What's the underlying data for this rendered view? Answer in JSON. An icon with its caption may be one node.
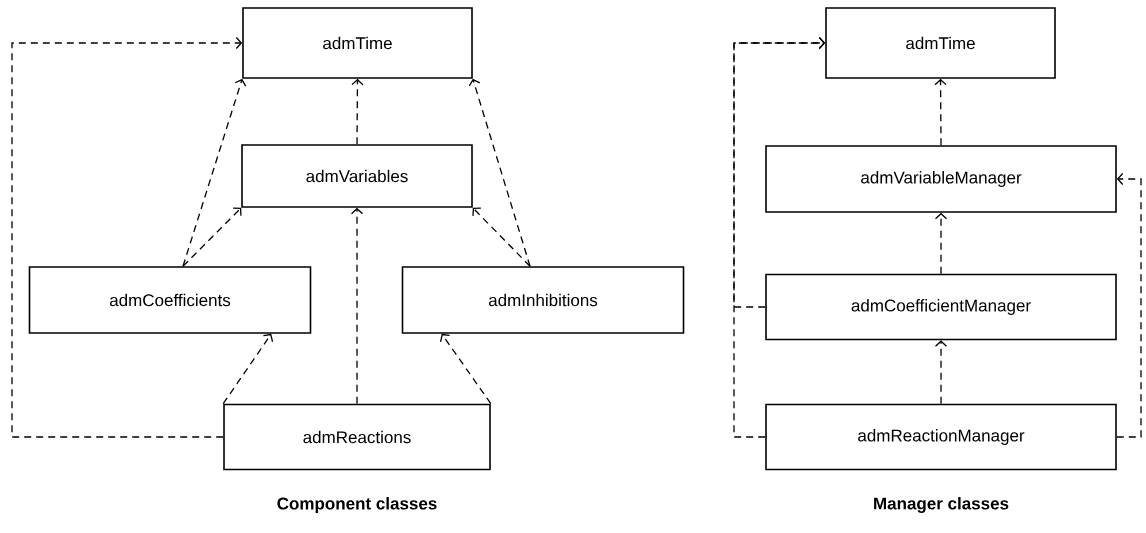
{
  "diagram": {
    "nodes": [
      {
        "text": [
          "admTime"
        ]
      },
      {
        "text": [
          "admVariables"
        ]
      },
      {
        "text": [
          "admCoefficients"
        ]
      },
      {
        "text": [
          "admInhibitions"
        ]
      },
      {
        "text": [
          "admReactions"
        ]
      },
      {
        "text": [
          "admTime"
        ]
      },
      {
        "text": [
          "admVariableManager"
        ]
      },
      {
        "text": [
          "admCoefficientManager"
        ]
      },
      {
        "text": [
          "admReactionManager"
        ]
      }
    ],
    "edges": [
      {
        "from": 1,
        "to": 0,
        "arrow": "to",
        "style": "dashed"
      },
      {
        "from": 2,
        "to": 0,
        "arrow": "to",
        "style": "dashed"
      },
      {
        "from": 2,
        "to": 1,
        "arrow": "to",
        "style": "dashed"
      },
      {
        "from": 3,
        "to": 0,
        "arrow": "to",
        "style": "dashed"
      },
      {
        "from": 3,
        "to": 1,
        "arrow": "to",
        "style": "dashed"
      },
      {
        "from": 4,
        "to": 1,
        "arrow": "to",
        "style": "dashed"
      },
      {
        "from": 4,
        "to": 2,
        "arrow": "to",
        "style": "dashed"
      },
      {
        "from": 4,
        "to": 3,
        "arrow": "to",
        "style": "dashed"
      },
      {
        "from": 4,
        "to": 0,
        "arrow": "to",
        "style": "dashed"
      },
      {
        "from": 6,
        "to": 5,
        "arrow": "to",
        "style": "dashed"
      },
      {
        "from": 7,
        "to": 6,
        "arrow": "to",
        "style": "dashed"
      },
      {
        "from": 8,
        "to": 7,
        "arrow": "to",
        "style": "dashed"
      },
      {
        "from": 7,
        "to": 5,
        "arrow": "to",
        "style": "dashed"
      },
      {
        "from": 8,
        "to": 5,
        "arrow": "to",
        "style": "dashed"
      },
      {
        "from": 8,
        "to": 6,
        "arrow": "to",
        "style": "dashed"
      }
    ],
    "labels": [
      "Component classes",
      "Manager classes"
    ]
  }
}
